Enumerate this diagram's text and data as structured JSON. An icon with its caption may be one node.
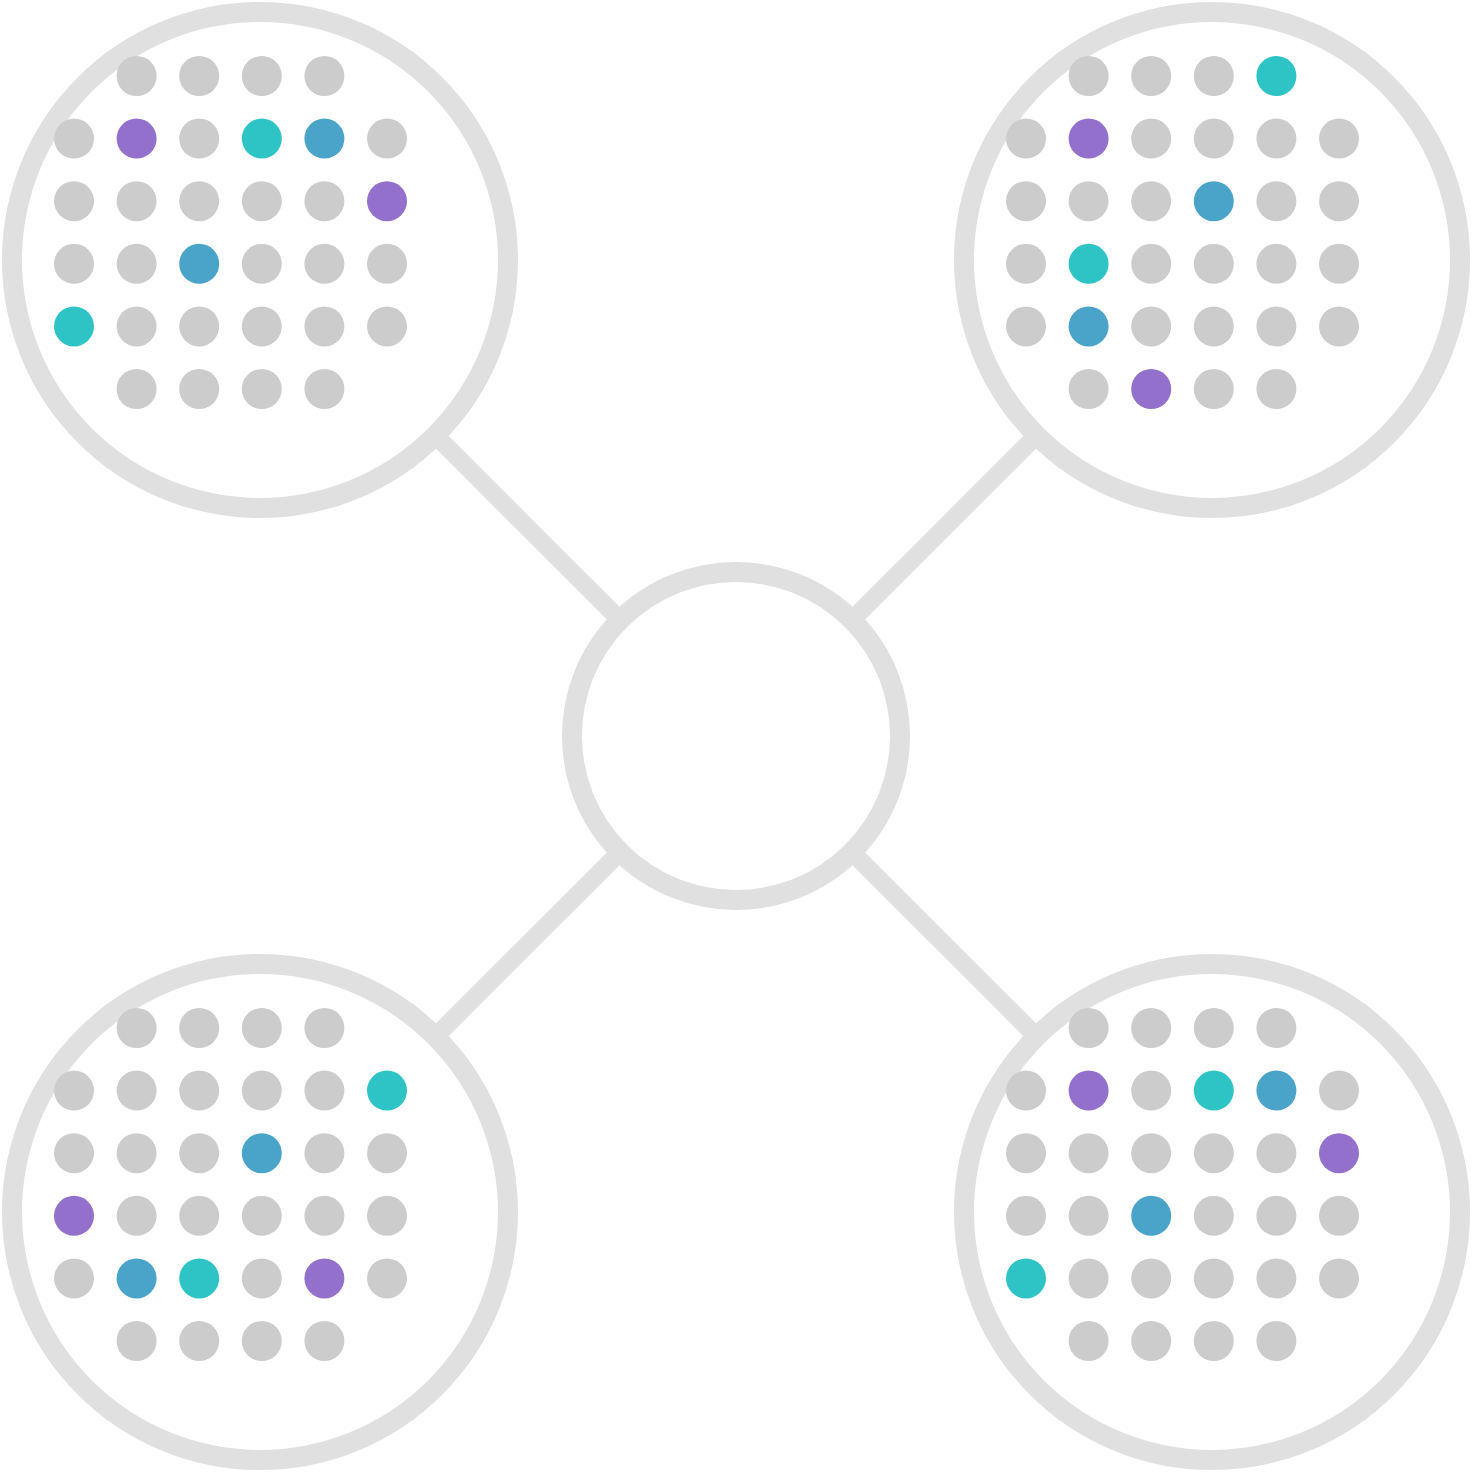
{
  "diagram": {
    "nodes": [
      {
        "text": [],
        "shape": "circle"
      },
      {
        "text": [],
        "shape": "circle"
      },
      {
        "text": [],
        "shape": "circle"
      },
      {
        "text": [],
        "shape": "circle"
      },
      {
        "text": [],
        "shape": "circle"
      }
    ],
    "edges": [
      {
        "from": 2,
        "to": 0,
        "arrow": "none"
      },
      {
        "from": 2,
        "to": 1,
        "arrow": "none"
      },
      {
        "from": 2,
        "to": 3,
        "arrow": "none"
      },
      {
        "from": 2,
        "to": 4,
        "arrow": "none"
      }
    ]
  }
}
